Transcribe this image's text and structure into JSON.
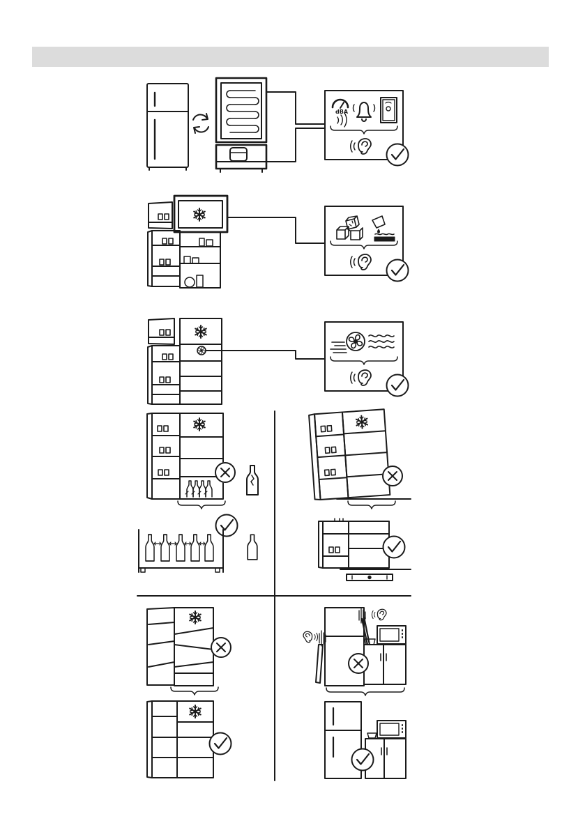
{
  "header": {
    "title": ""
  },
  "sections": [
    {
      "name": "noise-sources",
      "indicator": "check",
      "icons": [
        "refrigerator-icon",
        "refresh-icon",
        "compressor-icon",
        "noise-meter-icon",
        "bell-icon",
        "control-panel-icon",
        "ear-icon",
        "check-icon"
      ],
      "noise_meter_label": "dBA"
    },
    {
      "name": "ice-cracking-sounds",
      "indicator": "check",
      "icons": [
        "snowflake-icon",
        "ice-cubes-icon",
        "water-drop-icon",
        "ear-icon",
        "check-icon"
      ]
    },
    {
      "name": "fan-airflow-sounds",
      "indicator": "check",
      "icons": [
        "snowflake-icon",
        "fan-icon",
        "airflow-icon",
        "ear-icon",
        "check-icon"
      ]
    },
    {
      "name": "bottles-touching",
      "indicators": [
        "cross",
        "check"
      ],
      "icons": [
        "bottle-icon",
        "broken-bottle-icon",
        "cross-icon",
        "check-icon"
      ]
    },
    {
      "name": "uneven-floor-leveling",
      "indicators": [
        "cross",
        "check"
      ],
      "icons": [
        "snowflake-icon",
        "spirit-level-icon",
        "cross-icon",
        "check-icon"
      ]
    },
    {
      "name": "shelves-aligned",
      "indicators": [
        "cross",
        "check"
      ],
      "icons": [
        "snowflake-icon",
        "cross-icon",
        "check-icon"
      ]
    },
    {
      "name": "clearance-from-walls-and-appliances",
      "indicators": [
        "cross",
        "check"
      ],
      "icons": [
        "ear-icon",
        "sound-wave-icon",
        "microwave-icon",
        "cup-icon",
        "cross-icon",
        "check-icon"
      ]
    }
  ]
}
